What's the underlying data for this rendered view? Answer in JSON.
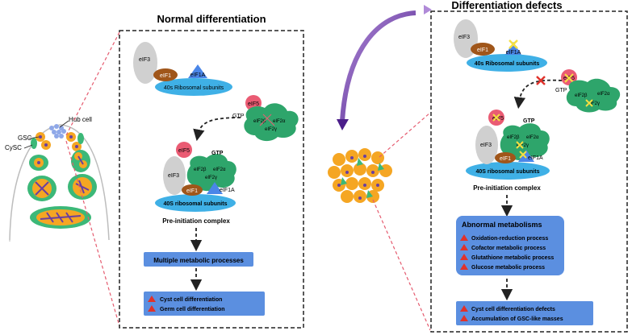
{
  "panels": {
    "normal_title": "Normal differentiation",
    "defects_title": "Differentiation defects"
  },
  "testis": {
    "hub_cell": "Hub cell",
    "gsc": "GSC",
    "cysc": "CySC"
  },
  "normal": {
    "eif3": "eIF3",
    "eif1": "eIF1",
    "eif1a": "eIF1A",
    "subunit": "40s Ribosomal subunits",
    "eif5": "eIF5",
    "gtp": "GTP",
    "eif2b": "eIF2β",
    "eif2a": "eIF2α",
    "eif2g": "eIF2γ",
    "complex_subunit": "40S ribosomal subunits",
    "complex_label": "Pre-initiation complex",
    "metabolic_box": "Multiple metabolic processes",
    "outcomes": [
      "Cyst cell differentiation",
      "Germ cell differentiation"
    ]
  },
  "defects": {
    "eif3": "eIF3",
    "eif1": "eIF1",
    "eif1a": "eIF1A",
    "subunit": "40s Ribosomal subunits",
    "eif5": "eIF5",
    "gtp": "GTP",
    "eif2b": "eIF2β",
    "eif2a": "eIF2α",
    "eif2g": "eIF2γ",
    "complex_eif5": "eIF5",
    "complex_subunit": "40S ribosomal subunits",
    "complex_label": "Pre-initiation complex",
    "abnormal_title": "Abnormal metabolisms",
    "processes": [
      "Oxidation-reduction process",
      "Cofactor metabolic process",
      "Glutathione metabolic process",
      "Glucose metabolic process"
    ],
    "outcomes": [
      "Cyst cell differentiation defects",
      "Accumulation of GSC-like masses"
    ]
  },
  "colors": {
    "eif3": "#d0d0d0",
    "eif1": "#a0561a",
    "eif1a": "#4a86e8",
    "subunit": "#3fb0e6",
    "eif5": "#ea5b73",
    "eif2": "#2ea56b",
    "box": "#5b8fe0",
    "outline": "#e55b6f",
    "orange": "#f5a623",
    "green": "#3cb878",
    "purple": "#6a3fa0",
    "cross": "#e0322b",
    "mark": "#f5e042"
  }
}
